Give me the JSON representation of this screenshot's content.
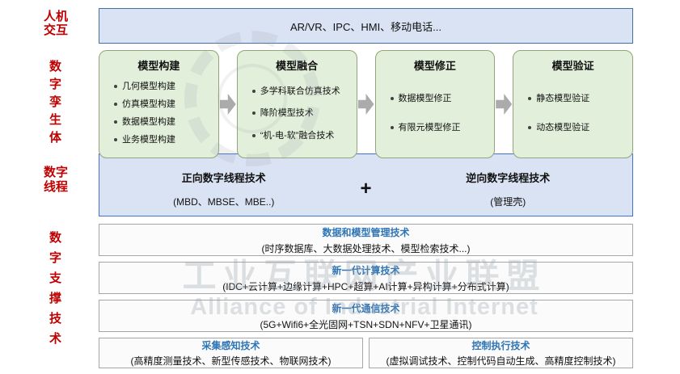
{
  "sidebar": {
    "labels": [
      {
        "label": "人机交互"
      },
      {
        "label": "数字孪生体"
      },
      {
        "label": "数字线程"
      },
      {
        "label": "数字支撑技术"
      }
    ]
  },
  "top_bar": {
    "text": "AR/VR、IPC、HMI、移动电话..."
  },
  "model_boxes": [
    {
      "title": "模型构建",
      "items": [
        "几何模型构建",
        "仿真模型构建",
        "数据模型构建",
        "业务模型构建"
      ]
    },
    {
      "title": "模型融合",
      "items": [
        "多学科联合仿真技术",
        "降阶模型技术",
        "“机-电-软”融合技术"
      ]
    },
    {
      "title": "模型修正",
      "items": [
        "数据模型修正",
        "有限元模型修正"
      ]
    },
    {
      "title": "模型验证",
      "items": [
        "静态模型验证",
        "动态模型验证"
      ]
    }
  ],
  "digital_thread": {
    "left_title": "正向数字线程技术",
    "left_sub": "(MBD、MBSE、MBE..)",
    "plus": "+",
    "right_title": "逆向数字线程技术",
    "right_sub": "(管理壳)"
  },
  "support_rows": [
    {
      "title": "数据和模型管理技术",
      "sub": "(时序数据库、大数据处理技术、模型检索技术...)"
    },
    {
      "title": "新一代计算技术",
      "sub": "(IDC+云计算+边缘计算+HPC+超算+AI计算+异构计算+分布式计算)"
    },
    {
      "title": "新一代通信技术",
      "sub": "(5G+Wifi6+全光固网+TSN+SDN+NFV+卫星通讯)"
    }
  ],
  "bottom_row": [
    {
      "title": "采集感知技术",
      "sub": "(高精度测量技术、新型传感技术、物联网技术)"
    },
    {
      "title": "控制执行技术",
      "sub": "(虚拟调试技术、控制代码自动生成、高精度控制技术)"
    }
  ],
  "watermark": {
    "cn": "工业互联网产业联盟",
    "en": "Alliance of Industrial Internet"
  },
  "colors": {
    "side_label_red": "#C00000",
    "blue_fill": "#DAE3F3",
    "blue_border": "#4472C4",
    "green_fill": "#E2EFDA",
    "green_border": "#94A37A",
    "arrow_gray": "#ABABAB",
    "section_title_blue": "#2E75B6",
    "light_box_border": "#A6A6A6"
  }
}
